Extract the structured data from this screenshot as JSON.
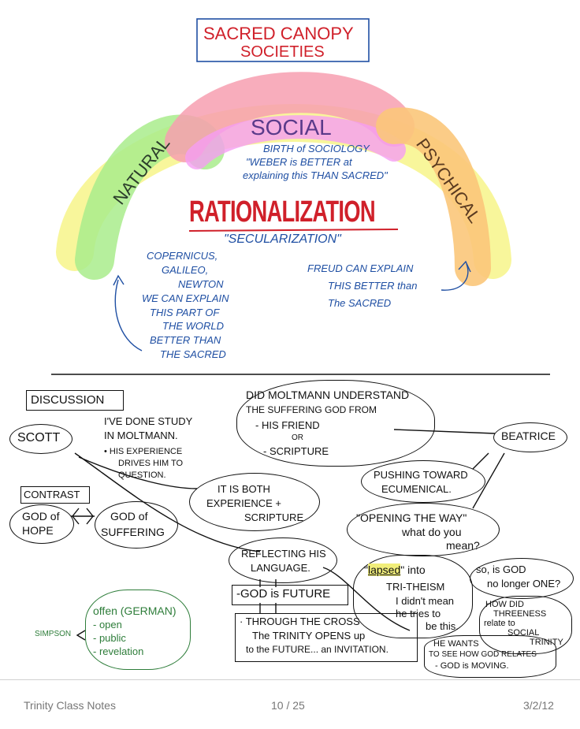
{
  "title": {
    "line1": "SACRED CANOPY",
    "line2": "SOCIETIES"
  },
  "arc_labels": {
    "social": "SOCIAL",
    "natural": "NATURAL",
    "psychical": "PSYCHICAL"
  },
  "social_notes": [
    "BIRTH of SOCIOLOGY",
    "\"WEBER is BETTER at",
    "explaining this THAN SACRED\""
  ],
  "rationalization": "RATIONALIZATION",
  "secularization": "\"SECULARIZATION\"",
  "natural_notes": [
    "COPERNICUS,",
    "GALILEO,",
    "NEWTON",
    "WE CAN EXPLAIN",
    "THIS PART OF",
    "THE WORLD",
    "BETTER THAN",
    "THE SACRED"
  ],
  "psychical_notes": [
    "FREUD CAN EXPLAIN",
    "THIS BETTER than",
    "The SACRED"
  ],
  "discussion": {
    "heading": "DISCUSSION",
    "scott": "SCOTT",
    "scott_notes": [
      "I'VE DONE STUDY",
      "IN MOLTMANN.",
      "• HIS EXPERIENCE",
      "DRIVES HIM TO",
      "QUESTION."
    ],
    "both": [
      "IT IS BOTH",
      "EXPERIENCE +",
      "SCRIPTURE"
    ],
    "contrast": "CONTRAST",
    "god_hope": [
      "GOD of",
      "HOPE"
    ],
    "god_suffering": [
      "GOD of",
      "SUFFERING"
    ],
    "moltmann_q": [
      "DID MOLTMANN UNDERSTAND",
      "THE SUFFERING GOD FROM",
      "- HIS FRIEND",
      "OR",
      "- SCRIPTURE"
    ],
    "beatrice": "BEATRICE",
    "ecumenical": [
      "PUSHING TOWARD",
      "ECUMENICAL."
    ],
    "opening": [
      "\"OPENING THE WAY\"",
      "what do you",
      "mean?"
    ],
    "reflecting": [
      "REFLECTING HIS",
      "LANGUAGE."
    ],
    "lapsed": {
      "word": "lapsed",
      "rest": [
        "\"",
        "\" into",
        "TRI-THEISM",
        "I didn't mean",
        "he tries to",
        "be this."
      ]
    },
    "no_longer_one": [
      "so, is GOD",
      "no longer ONE?"
    ],
    "future": "-GOD is FUTURE",
    "cross": [
      "· THROUGH THE CROSS",
      "The TRINITY OPENS up",
      "to the FUTURE... an INVITATION."
    ],
    "threeness": [
      "HOW DID",
      "THREENESS",
      "relate to",
      "SOCIAL",
      "TRINITY"
    ],
    "wants": [
      "HE WANTS",
      "TO SEE HOW GOD RELATES",
      "- GOD is MOVING."
    ],
    "simpson": "SIMPSON",
    "offen": [
      "offen (GERMAN)",
      "- open",
      "- public",
      "- revelation"
    ]
  },
  "footer": {
    "title": "Trinity Class Notes",
    "page": "10 / 25",
    "date": "3/2/12"
  },
  "colors": {
    "blue": "#1f4fa3",
    "red": "#d0202a",
    "green": "#2e7d3a",
    "purple": "#5a3a8a",
    "highlight": "#f1ee7a"
  }
}
